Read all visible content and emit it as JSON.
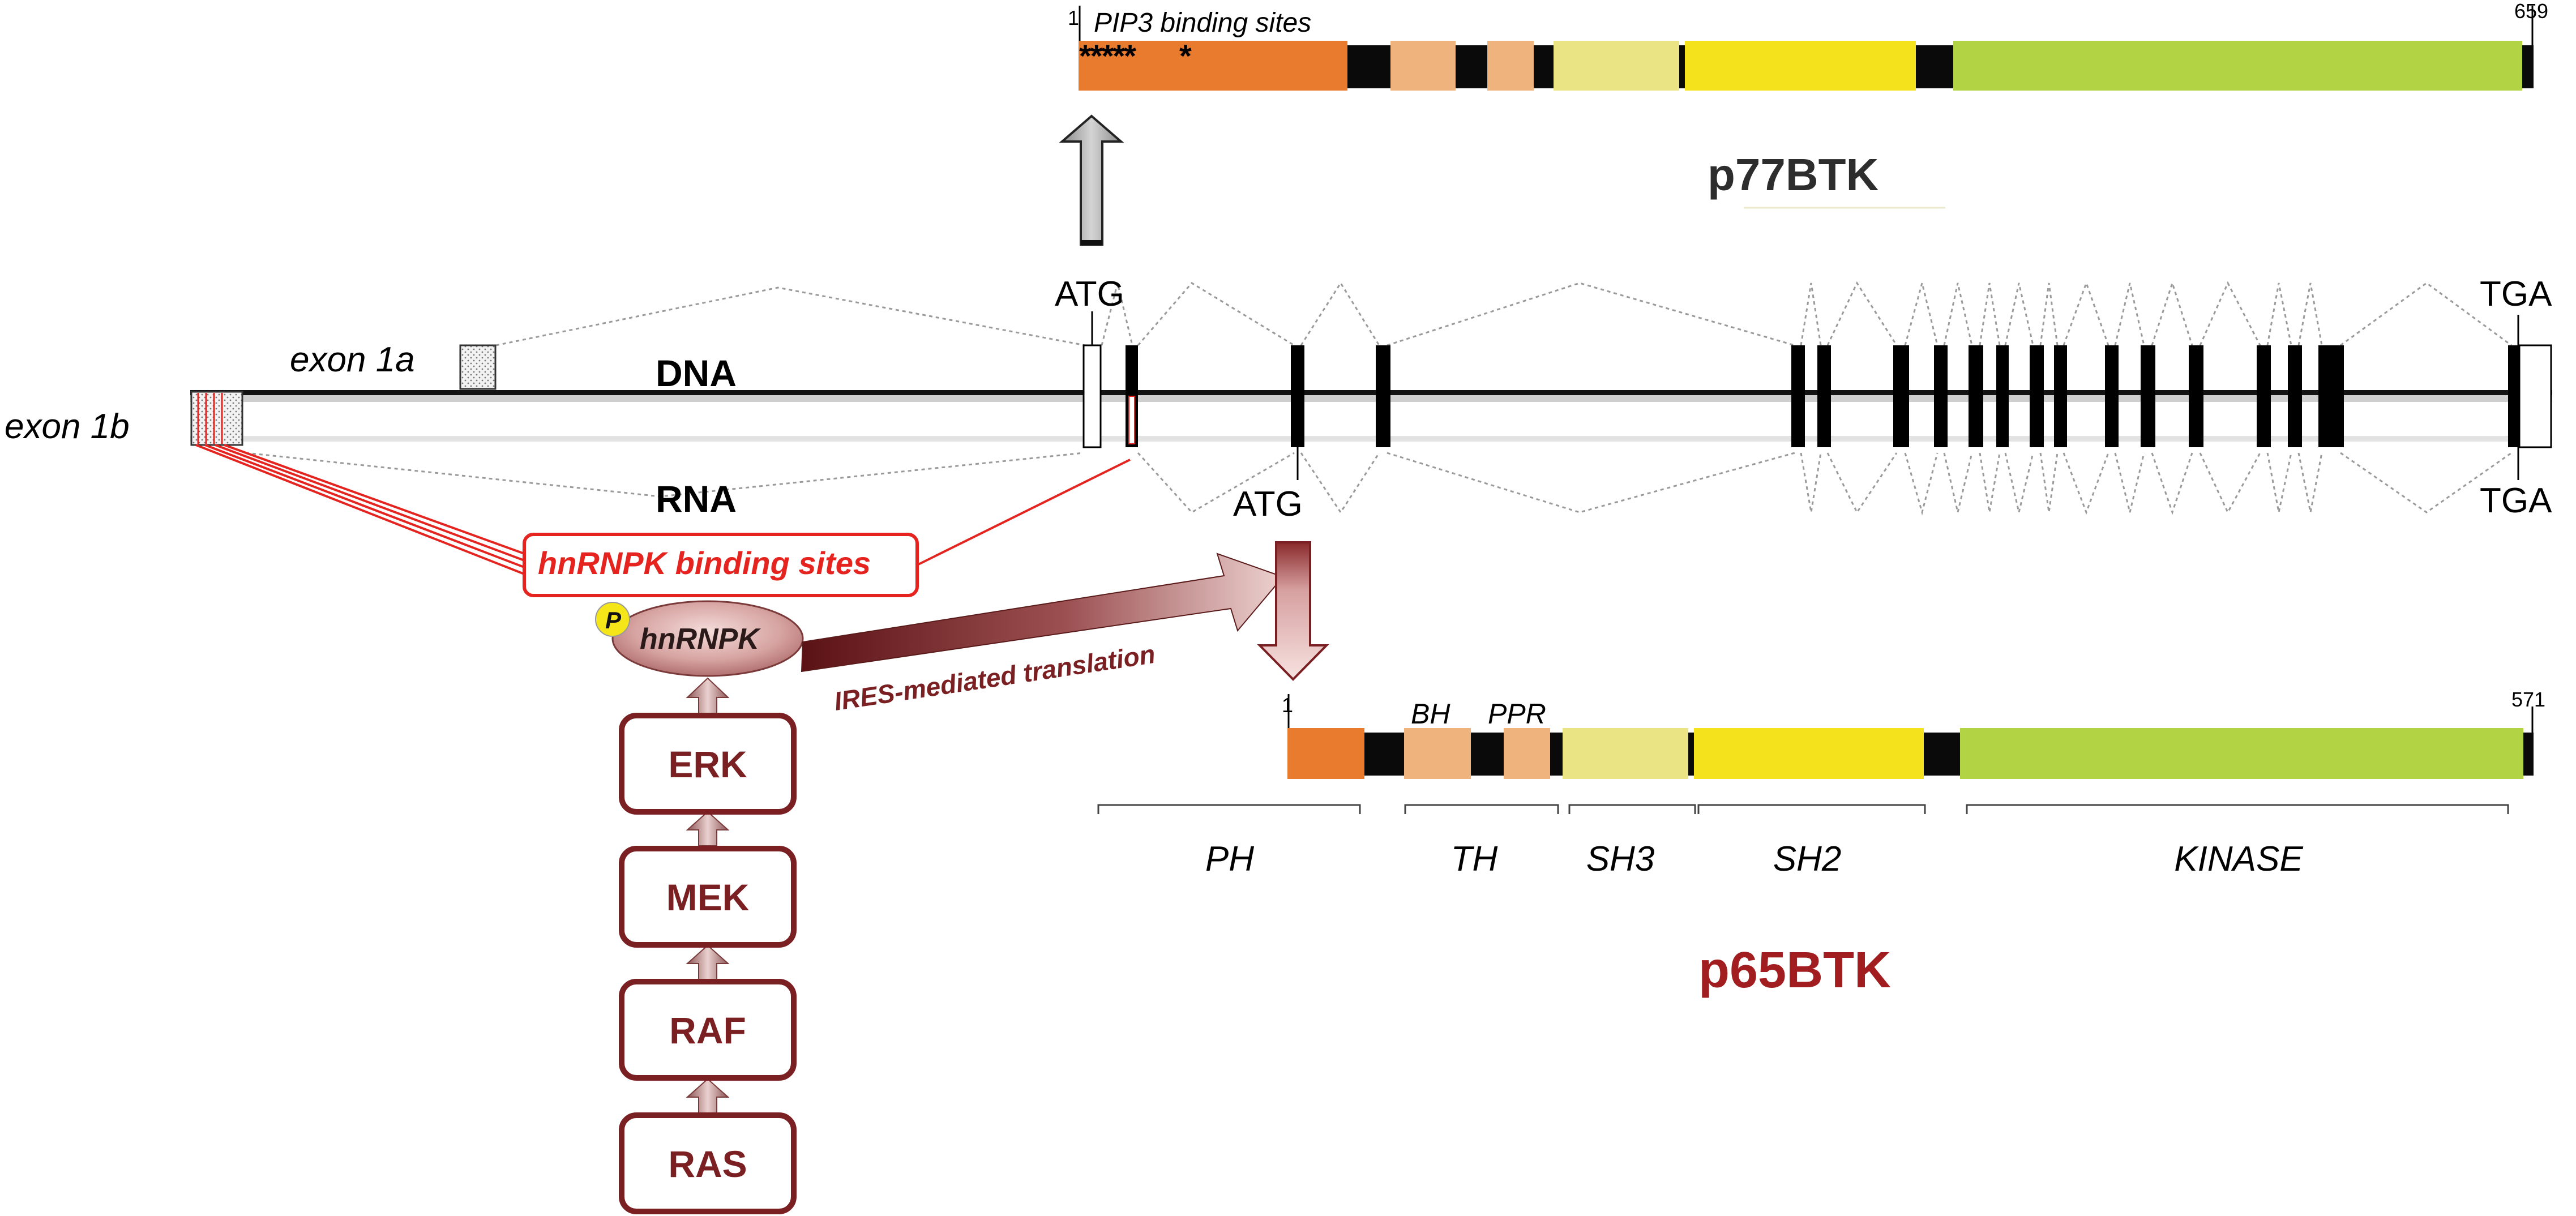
{
  "labels": {
    "pip3": "PIP3 binding sites",
    "pip3_stars": "*****",
    "pip3_star_single": "*",
    "p77_start": "1",
    "p77_end": "659",
    "p77_name": "p77BTK",
    "atg_top": "ATG",
    "atg_bottom": "ATG",
    "tga_top": "TGA",
    "tga_bottom": "TGA",
    "exon1a": "exon 1a",
    "exon1b": "exon 1b",
    "dna": "DNA",
    "rna": "RNA",
    "hnrnpk_sites": "hnRNPK binding sites",
    "hnrnpk": "hnRNPK",
    "phospho": "P",
    "ires": "IRES-mediated translation",
    "p65_start": "1",
    "p65_end": "571",
    "p65_name": "p65BTK",
    "bh": "BH",
    "ppr": "PPR"
  },
  "domains": [
    "PH",
    "TH",
    "SH3",
    "SH2",
    "KINASE"
  ],
  "cascade": [
    "ERK",
    "MEK",
    "RAF",
    "RAS"
  ],
  "colors": {
    "ph": "#e87b2e",
    "th": "#efb37e",
    "sh3": "#ebe484",
    "sh2": "#f3e21c",
    "kinase": "#b2d444",
    "linker": "#0a0a0a",
    "pathway": "#7a1f22",
    "binding": "#e52420",
    "p65_title": "#a11d1f",
    "phospho": "#f5e61a"
  }
}
